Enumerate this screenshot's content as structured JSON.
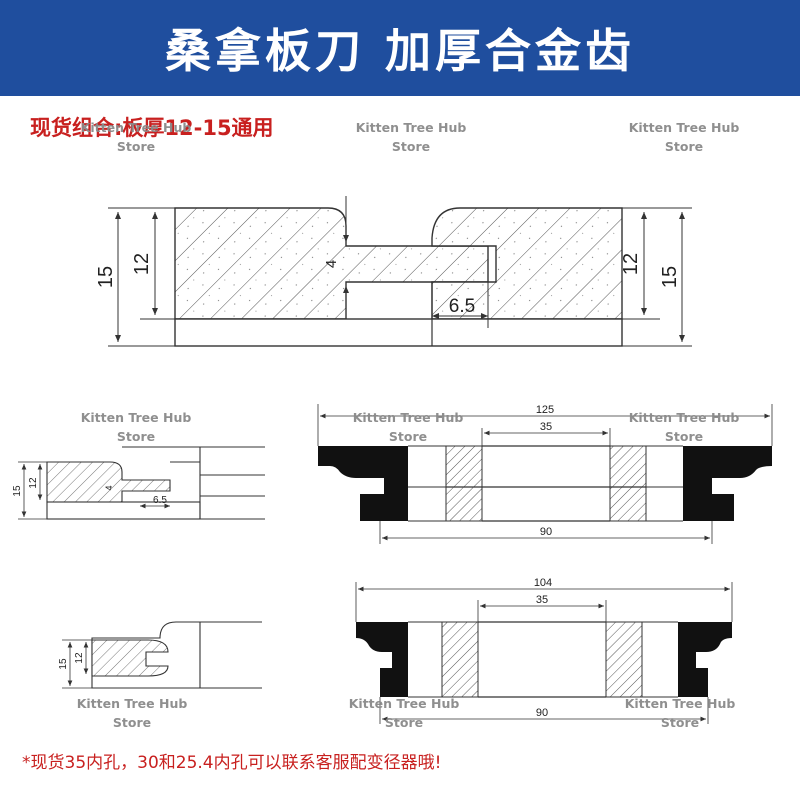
{
  "header": {
    "title": "桑拿板刀 加厚合金齿",
    "subtitle": "现货组合:板厚12-15通用"
  },
  "footer": {
    "note": "*现货35内孔，30和25.4内孔可以联系客服配变径器哦!"
  },
  "watermark": {
    "line1": "Kitten Tree Hub",
    "line2": "Store"
  },
  "top_detail": {
    "left_dims": [
      "15",
      "12"
    ],
    "right_dims": [
      "12",
      "15"
    ],
    "tongue_dim": "4",
    "tongue_depth": "6.5"
  },
  "small_profile_1": {
    "dims": [
      "15",
      "12",
      "4",
      "6.5"
    ]
  },
  "small_profile_2": {
    "dims": [
      "15",
      "12"
    ]
  },
  "cutter_1": {
    "overall_width": "125",
    "bore": "35",
    "hub_width": "90"
  },
  "cutter_2": {
    "overall_width": "104",
    "bore": "35",
    "hub_width": "90"
  },
  "colors": {
    "banner": "#1f4e9e",
    "accent_text": "#c8201f",
    "line": "#333333"
  }
}
